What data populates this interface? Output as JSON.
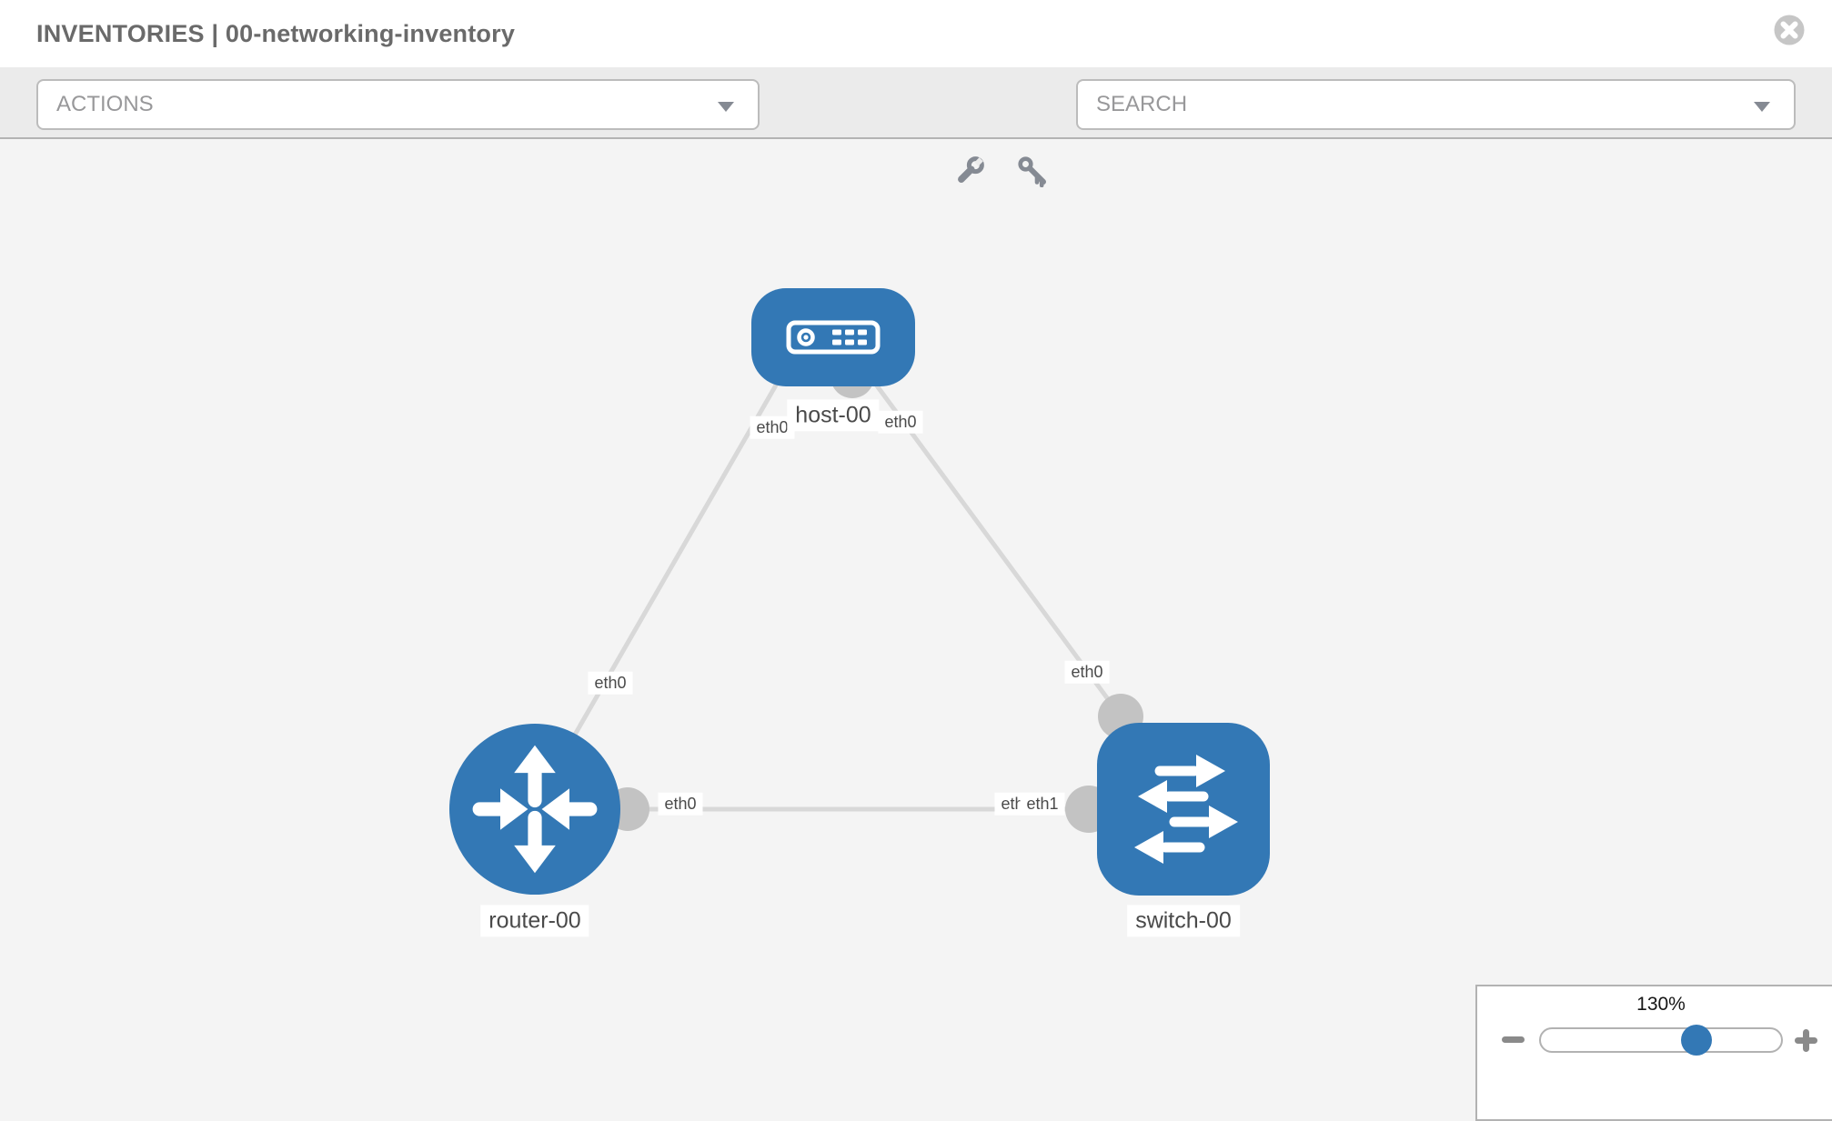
{
  "header": {
    "title": "INVENTORIES | 00-networking-inventory"
  },
  "toolbar": {
    "actions_placeholder": "ACTIONS",
    "search_placeholder": "SEARCH"
  },
  "icons": {
    "close": "x-in-gray-circle",
    "wrench": "wrench-glyph",
    "key": "key-glyph",
    "chevron_down": "filled-triangle-down",
    "zoom_out": "minus-bar",
    "zoom_in": "plus-cross"
  },
  "topology": {
    "nodes": [
      {
        "name": "host-00",
        "type": "host",
        "icon": "server-icon"
      },
      {
        "name": "router-00",
        "type": "router",
        "icon": "router-arrows-icon"
      },
      {
        "name": "switch-00",
        "type": "switch",
        "icon": "switch-arrows-icon"
      }
    ],
    "links": [
      {
        "source": "host-00",
        "target": "router-00",
        "source_interface": "eth0",
        "target_interface": "eth0"
      },
      {
        "source": "host-00",
        "target": "switch-00",
        "source_interface": "eth0",
        "target_interface": "eth0"
      },
      {
        "source": "router-00",
        "target": "switch-00",
        "source_interface": "eth0",
        "target_interface": "eth1"
      }
    ],
    "extra_interface_label": "eth0"
  },
  "zoom_control": {
    "level": "130%"
  },
  "colors": {
    "node_fill": "#3378b5",
    "link_stroke": "#d8d8d8",
    "endpoint_fill": "#c3c3c3",
    "toolbar_bg": "#ebebeb",
    "canvas_bg": "#f4f4f4",
    "title_text": "#6a6a6a",
    "slider_thumb": "#3378b5"
  }
}
